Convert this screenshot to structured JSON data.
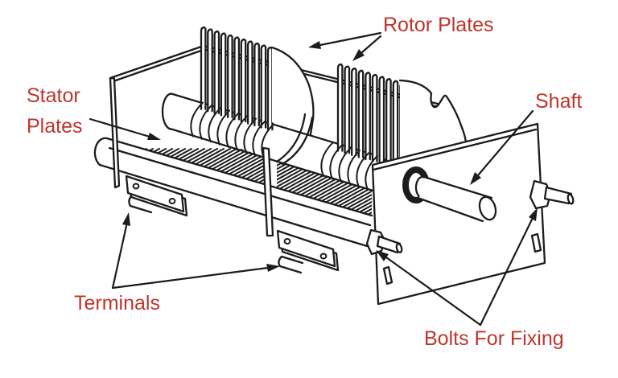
{
  "figure": {
    "colors": {
      "background": "#ffffff",
      "line": "#1c1c1c",
      "label": "#be352d"
    },
    "labels": {
      "rotor_plates": "Rotor Plates",
      "stator_plates_line1": "Stator",
      "stator_plates_line2": "Plates",
      "shaft": "Shaft",
      "terminals": "Terminals",
      "bolts_for_fixing": "Bolts For Fixing"
    }
  }
}
